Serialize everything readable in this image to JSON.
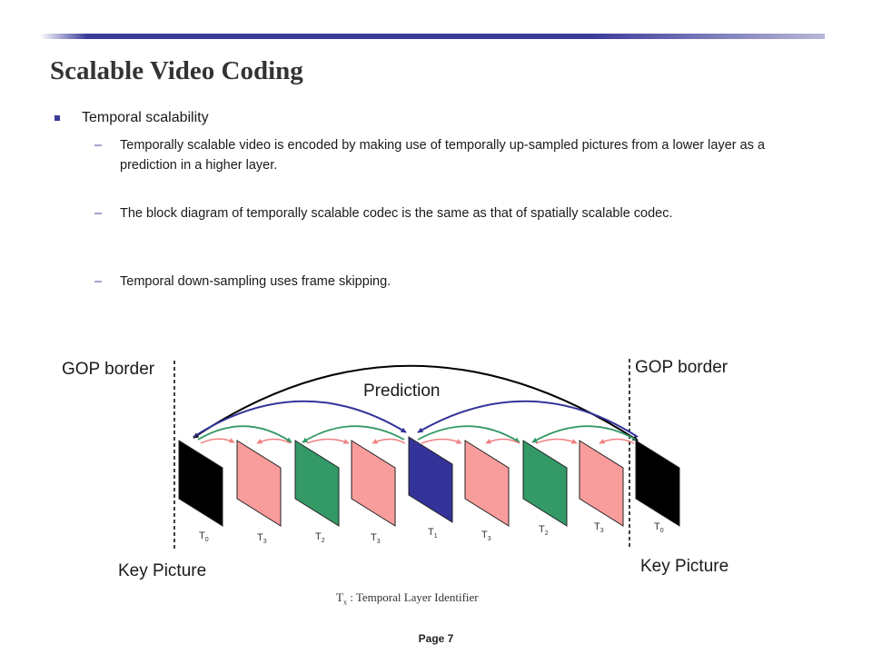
{
  "slide": {
    "title": "Scalable Video Coding",
    "bullet": "Temporal scalability",
    "subs": [
      "Temporally scalable video is encoded by making use of temporally up-sampled pictures from a lower layer as a prediction in a higher layer.",
      "The block diagram of temporally scalable codec is the same as that of spatially scalable codec.",
      "Temporal down-sampling uses frame skipping."
    ]
  },
  "diagram": {
    "gop_left": "GOP border",
    "gop_right": "GOP border",
    "prediction": "Prediction",
    "key_left": "Key Picture",
    "key_right": "Key Picture",
    "frame_labels": [
      {
        "base": "T",
        "sub": "0"
      },
      {
        "base": "T",
        "sub": "3"
      },
      {
        "base": "T",
        "sub": "2"
      },
      {
        "base": "T",
        "sub": "3"
      },
      {
        "base": "T",
        "sub": "1"
      },
      {
        "base": "T",
        "sub": "3"
      },
      {
        "base": "T",
        "sub": "2"
      },
      {
        "base": "T",
        "sub": "3"
      },
      {
        "base": "T",
        "sub": "0"
      }
    ],
    "frame_colors": [
      "#000000",
      "#f99c9c",
      "#339966",
      "#f99c9c",
      "#333399",
      "#f99c9c",
      "#339966",
      "#f99c9c",
      "#000000"
    ],
    "arrow_colors": {
      "t0": "#000000",
      "t1": "#333399",
      "t2": "#339966",
      "t3": "#f08080"
    },
    "legend": {
      "base": "T",
      "sub": "x",
      "text": " : Temporal Layer Identifier"
    }
  },
  "footer": {
    "page": "Page 7"
  }
}
